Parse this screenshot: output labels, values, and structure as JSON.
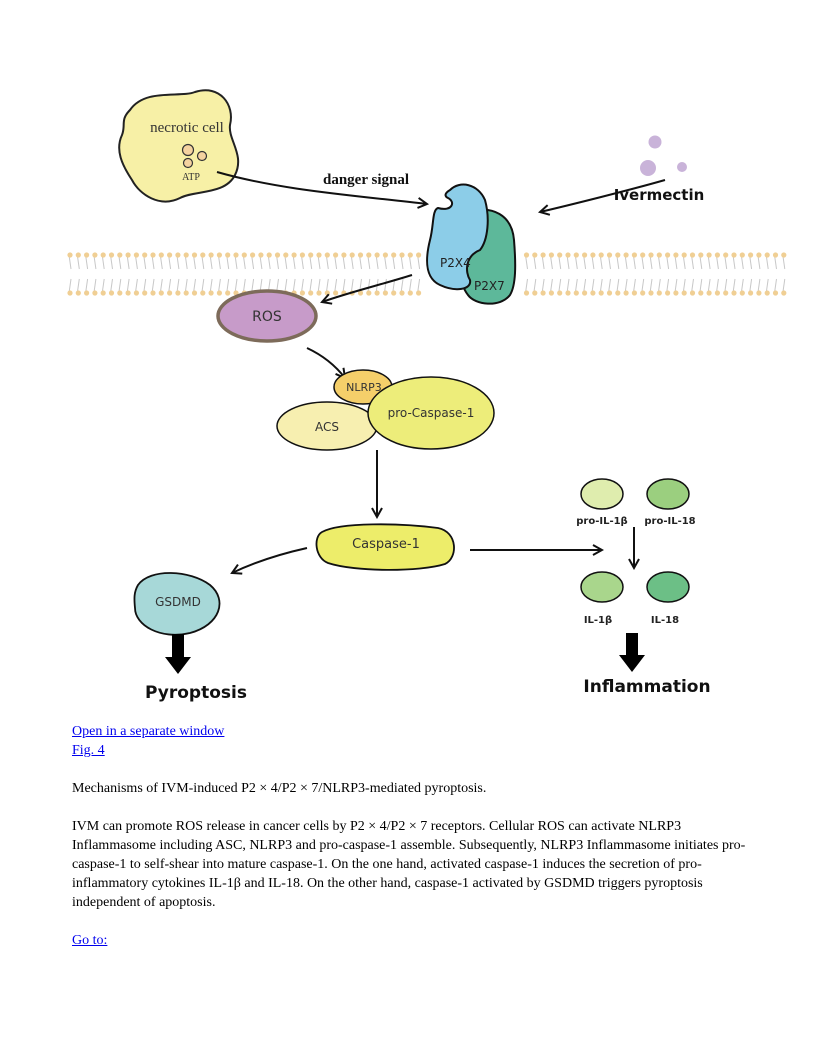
{
  "figure": {
    "labels": {
      "necrotic_cell": "necrotic cell",
      "atp": "ATP",
      "danger_signal": "danger signal",
      "ivermectin": "Ivermectin",
      "p2x4": "P2X4",
      "p2x7": "P2X7",
      "ros": "ROS",
      "nlrp3": "NLRP3",
      "acs": "ACS",
      "pro_caspase1": "pro-Caspase-1",
      "caspase1": "Caspase-1",
      "gsdmd": "GSDMD",
      "pyroptosis": "Pyroptosis",
      "pro_il1b": "pro-IL-1β",
      "pro_il18": "pro-IL-18",
      "il1b": "IL-1β",
      "il18": "IL-18",
      "inflammation": "Inflammation"
    },
    "colors": {
      "necrotic_cell": "#f7f0a6",
      "atp_granule": "#f5d3a0",
      "ivermectin": "#c9b3d9",
      "p2x4": "#8ccde8",
      "p2x7": "#5db89a",
      "membrane_head": "#f0cf94",
      "ros": "#c79bc9",
      "ros_border": "#7d6b5a",
      "nlrp3": "#f5cf6a",
      "acs": "#f7efb0",
      "pro_caspase1": "#eded7a",
      "caspase1": "#eded6a",
      "gsdmd": "#a7d8d8",
      "pro_il1b": "#dfedae",
      "pro_il18": "#9bcf7f",
      "il1b": "#a9d68c",
      "il18": "#6cbf86"
    }
  },
  "caption": {
    "open_window_link": "Open in a separate window",
    "fig_link": "Fig. 4",
    "title": "Mechanisms of IVM-induced P2 × 4/P2 × 7/NLRP3-mediated pyroptosis.",
    "body": "IVM can promote ROS release in cancer cells by P2 × 4/P2 × 7 receptors. Cellular ROS can activate NLRP3 Inflammasome including ASC, NLRP3 and pro-caspase-1 assemble. Subsequently, NLRP3 Inflammasome initiates pro-caspase-1 to self-shear into mature caspase-1. On the one hand, activated caspase-1 induces the secretion of pro-inflammatory cytokines IL-1β and IL-18. On the other hand, caspase-1 activated by GSDMD triggers pyroptosis independent of apoptosis.",
    "goto_link": "Go to:"
  }
}
